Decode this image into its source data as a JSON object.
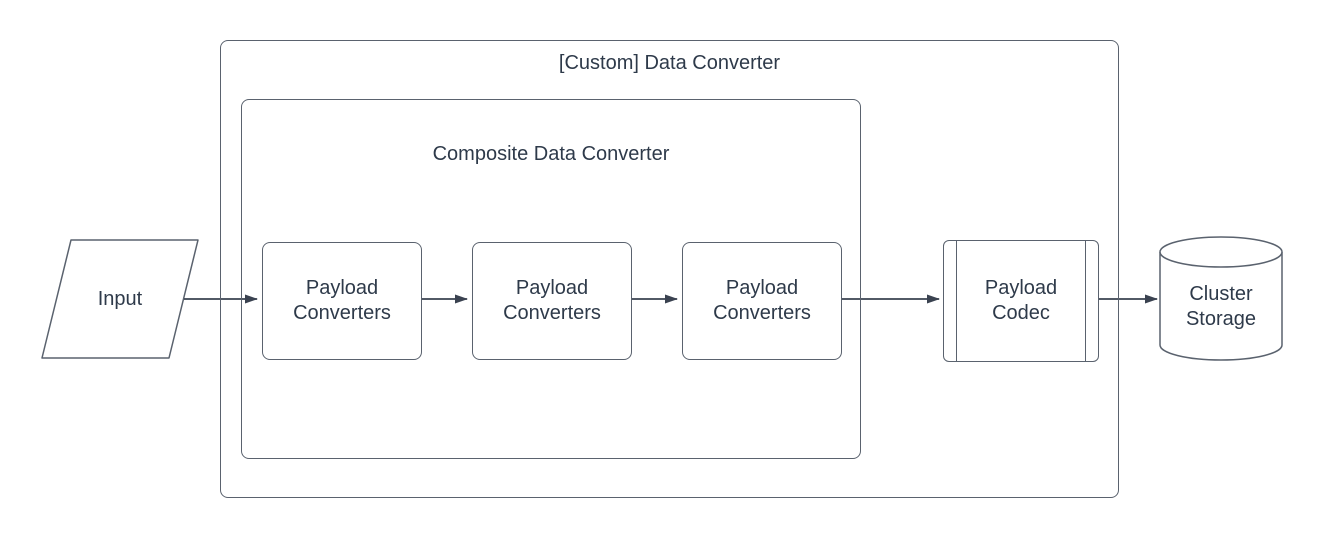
{
  "colors": {
    "stroke": "#5a626e",
    "arrow": "#3a4250",
    "text": "#2e3a4a",
    "background": "#ffffff"
  },
  "diagram": {
    "groups": {
      "custom": {
        "label": "[Custom] Data Converter"
      },
      "composite": {
        "label": "Composite Data Converter"
      }
    },
    "nodes": {
      "input": {
        "label": "Input",
        "shape": "parallelogram"
      },
      "payload_converters_1": {
        "label": "Payload Converters",
        "shape": "rounded-rect"
      },
      "payload_converters_2": {
        "label": "Payload Converters",
        "shape": "rounded-rect"
      },
      "payload_converters_3": {
        "label": "Payload Converters",
        "shape": "rounded-rect"
      },
      "payload_codec": {
        "label": "Payload Codec",
        "shape": "predefined-process"
      },
      "cluster_storage": {
        "label": "Cluster Storage",
        "shape": "cylinder"
      }
    },
    "flow": [
      "input",
      "payload_converters_1",
      "payload_converters_2",
      "payload_converters_3",
      "payload_codec",
      "cluster_storage"
    ]
  }
}
